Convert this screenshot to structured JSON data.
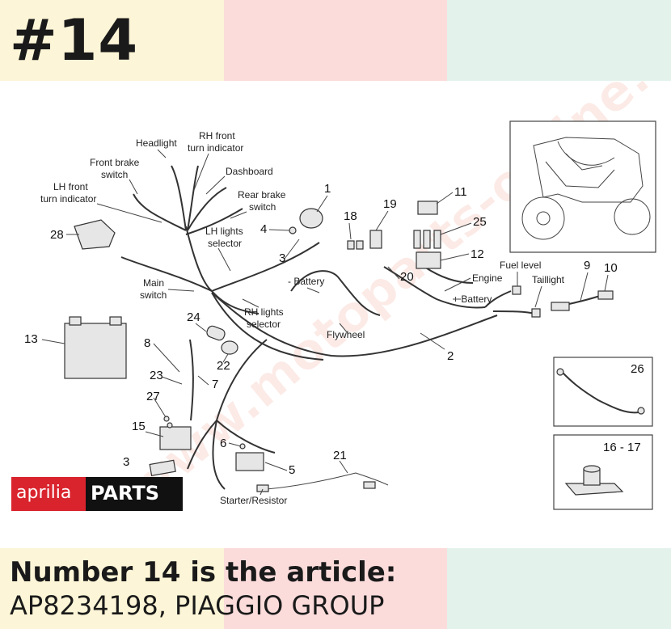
{
  "header": {
    "number": "#14"
  },
  "footer": {
    "line1": "Number 14 is the article:",
    "line2": "AP8234198, PIAGGIO GROUP"
  },
  "logo": {
    "brand": "aprilia",
    "parts": "PARTS"
  },
  "watermark": "www.motoparts-online.com",
  "diagram": {
    "labels": {
      "headlight": "Headlight",
      "rh_front_1": "RH front",
      "rh_front_2": "turn indicator",
      "front_brake_1": "Front brake",
      "front_brake_2": "switch",
      "dashboard": "Dashboard",
      "lh_front_1": "LH front",
      "lh_front_2": "turn indicator",
      "rear_brake_1": "Rear brake",
      "rear_brake_2": "switch",
      "lh_lights_1": "LH lights",
      "lh_lights_2": "selector",
      "main_switch_1": "Main",
      "main_switch_2": "switch",
      "rh_lights_1": "RH lights",
      "rh_lights_2": "selector",
      "minus_battery": "- Battery",
      "flywheel": "Flywheel",
      "engine": "Engine",
      "plus_battery": "+ Battery",
      "fuel_level": "Fuel level",
      "taillight": "Taillight",
      "starter_resistor": "Starter/Resistor",
      "range_16_17": "16 - 17"
    },
    "numbers": [
      "1",
      "2",
      "3",
      "3",
      "4",
      "5",
      "6",
      "7",
      "8",
      "9",
      "10",
      "11",
      "12",
      "13",
      "15",
      "18",
      "19",
      "20",
      "21",
      "22",
      "23",
      "24",
      "25",
      "26",
      "27",
      "28"
    ]
  },
  "colors": {
    "red_logo": "#d9232d",
    "black_logo": "#111111",
    "band_yellow": "#fdf5d7",
    "band_pink": "#fbdcdb",
    "band_green": "#e3f3ec"
  }
}
